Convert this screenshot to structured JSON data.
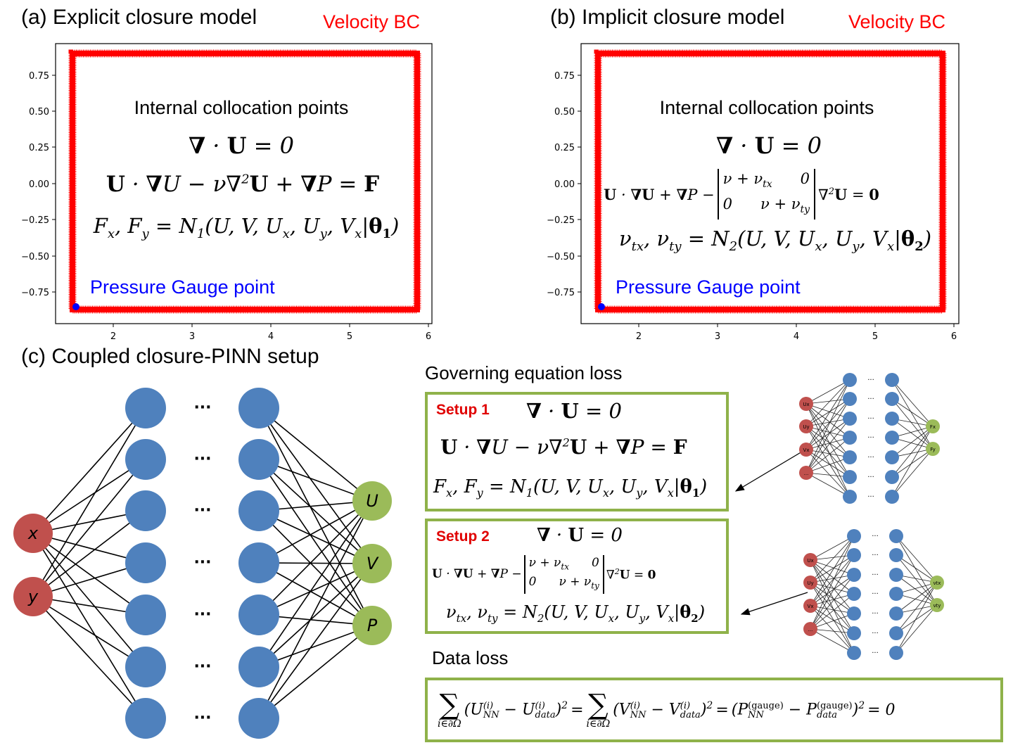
{
  "panels": {
    "a": {
      "title": "(a) Explicit closure model",
      "bc_label": "Velocity BC",
      "internal_label": "Internal collocation points",
      "eq1": "∇ · U = 0",
      "eq2": "U · ∇U − ν∇²U + ∇P = F",
      "eq3": "Fx, Fy = N1(U, V, Ux, Uy, Vx | θ1)",
      "gauge_label": "Pressure Gauge point"
    },
    "b": {
      "title": "(b) Implicit closure model",
      "bc_label": "Velocity BC",
      "internal_label": "Internal collocation points",
      "eq1": "∇ · U = 0",
      "eq2": "U · ∇U + ∇P − [ν + νtx, 0; 0, ν + νty] ∇²U = 0",
      "eq3": "νtx, νty = N2(U, V, Ux, Uy, Vx | θ2)",
      "gauge_label": "Pressure Gauge point"
    },
    "c": {
      "title": "(c) Coupled closure-PINN setup",
      "inputs": [
        "x",
        "y"
      ],
      "outputs": [
        "U",
        "V",
        "P"
      ],
      "ellipsis": "···"
    }
  },
  "axes": {
    "x_ticks": [
      "2",
      "3",
      "4",
      "5",
      "6"
    ],
    "y_ticks": [
      "0.75",
      "0.50",
      "0.25",
      "0.00",
      "−0.25",
      "−0.50",
      "−0.75"
    ]
  },
  "losses": {
    "governing_title": "Governing equation loss",
    "setup1": {
      "label": "Setup 1",
      "eq1": "∇ · U = 0",
      "eq2": "U · ∇U − ν∇²U + ∇P = F",
      "eq3": "Fx, Fy = N1(U, V, Ux, Uy, Vx | θ1)"
    },
    "setup2": {
      "label": "Setup 2",
      "eq1": "∇ · U = 0",
      "eq2": "U · ∇U + ∇P − [ν + νtx, 0; 0, ν + νty] ∇²U = 0",
      "eq3": "νtx, νty = N2(U, V, Ux, Uy, Vx | θ2)"
    },
    "data_title": "Data loss",
    "data_eq": "Σ_{i∈∂Ω} (U_NN(i) − U_data(i))² = Σ_{i∈∂Ω} (V_NN(i) − V_data(i))² = (P_NN(gauge) − P_data(gauge))² = 0"
  },
  "colors": {
    "bc_red": "#ff0000",
    "gauge_blue": "#0000ff",
    "hidden_node": "#4f81bd",
    "input_node": "#c0504d",
    "output_node": "#9bbb59",
    "box_border": "#8fb24a"
  }
}
